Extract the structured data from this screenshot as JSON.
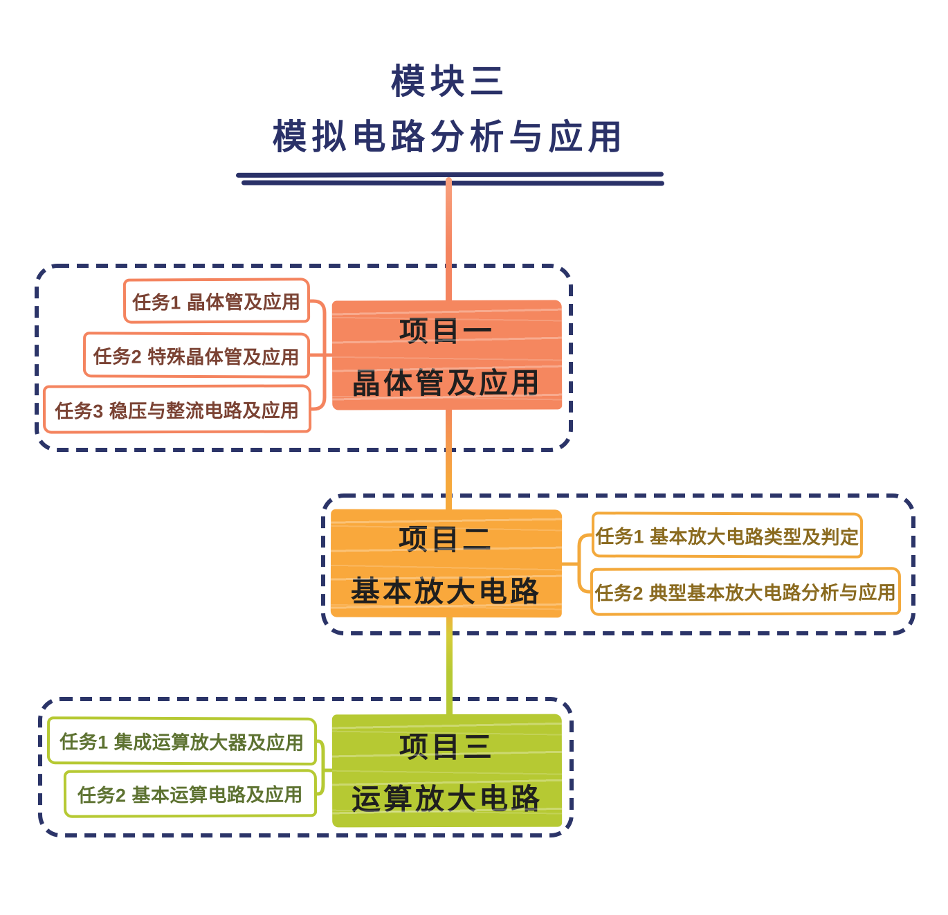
{
  "title": {
    "line1": "模块三",
    "line2": "模拟电路分析与应用"
  },
  "sections": [
    {
      "project_line1": "项目一",
      "project_line2": "晶体管及应用",
      "tasks": [
        "任务1 晶体管及应用",
        "任务2 特殊晶体管及应用",
        "任务3 稳压与整流电路及应用"
      ],
      "tasks_side": "left",
      "accent_color": "#f4845f",
      "fill_color": "#f5875f",
      "task_text_color": "#7a4233"
    },
    {
      "project_line1": "项目二",
      "project_line2": "基本放大电路",
      "tasks": [
        "任务1 基本放大电路类型及判定",
        "任务2 典型基本放大电路分析与应用"
      ],
      "tasks_side": "right",
      "accent_color": "#f3a93c",
      "fill_color": "#f9a83c",
      "task_text_color": "#8a6a1f"
    },
    {
      "project_line1": "项目三",
      "project_line2": "运算放大电路",
      "tasks": [
        "任务1 集成运算放大器及应用",
        "任务2 基本运算电路及应用"
      ],
      "tasks_side": "left",
      "accent_color": "#b6c933",
      "fill_color": "#b6c933",
      "task_text_color": "#5d7231"
    }
  ],
  "colors": {
    "background": "#ffffff",
    "navy_border": "#2b3468",
    "title_text": "#2a3168",
    "project_text": "#1f1f1f",
    "salmon": "#f4845f",
    "amber": "#f3a93c",
    "green": "#b6c933"
  }
}
